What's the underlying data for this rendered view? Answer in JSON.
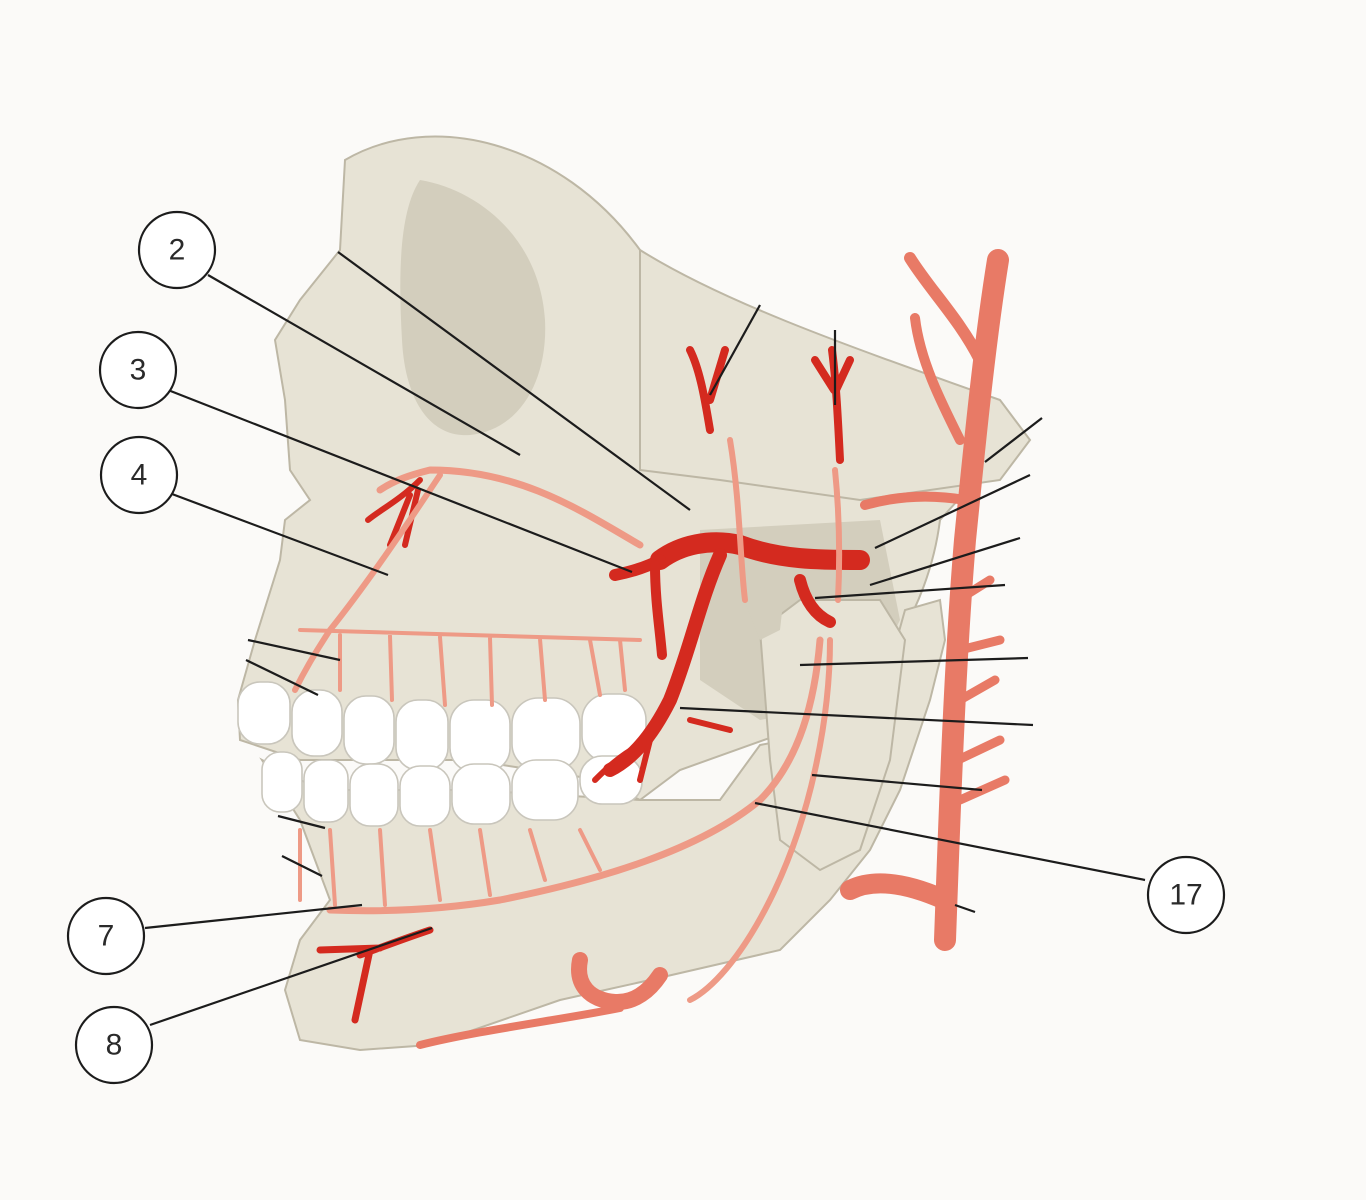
{
  "labels": [
    {
      "id": "label-2",
      "text": "2"
    },
    {
      "id": "label-3",
      "text": "3"
    },
    {
      "id": "label-4",
      "text": "4"
    },
    {
      "id": "label-7",
      "text": "7"
    },
    {
      "id": "label-8",
      "text": "8"
    },
    {
      "id": "label-17",
      "text": "17"
    }
  ],
  "colors": {
    "artery_dark": "#d42a1f",
    "artery_external": "#e87a66",
    "artery_thin": "#ee9a86",
    "bone": "#e7e3d5",
    "tooth": "#ffffff"
  }
}
